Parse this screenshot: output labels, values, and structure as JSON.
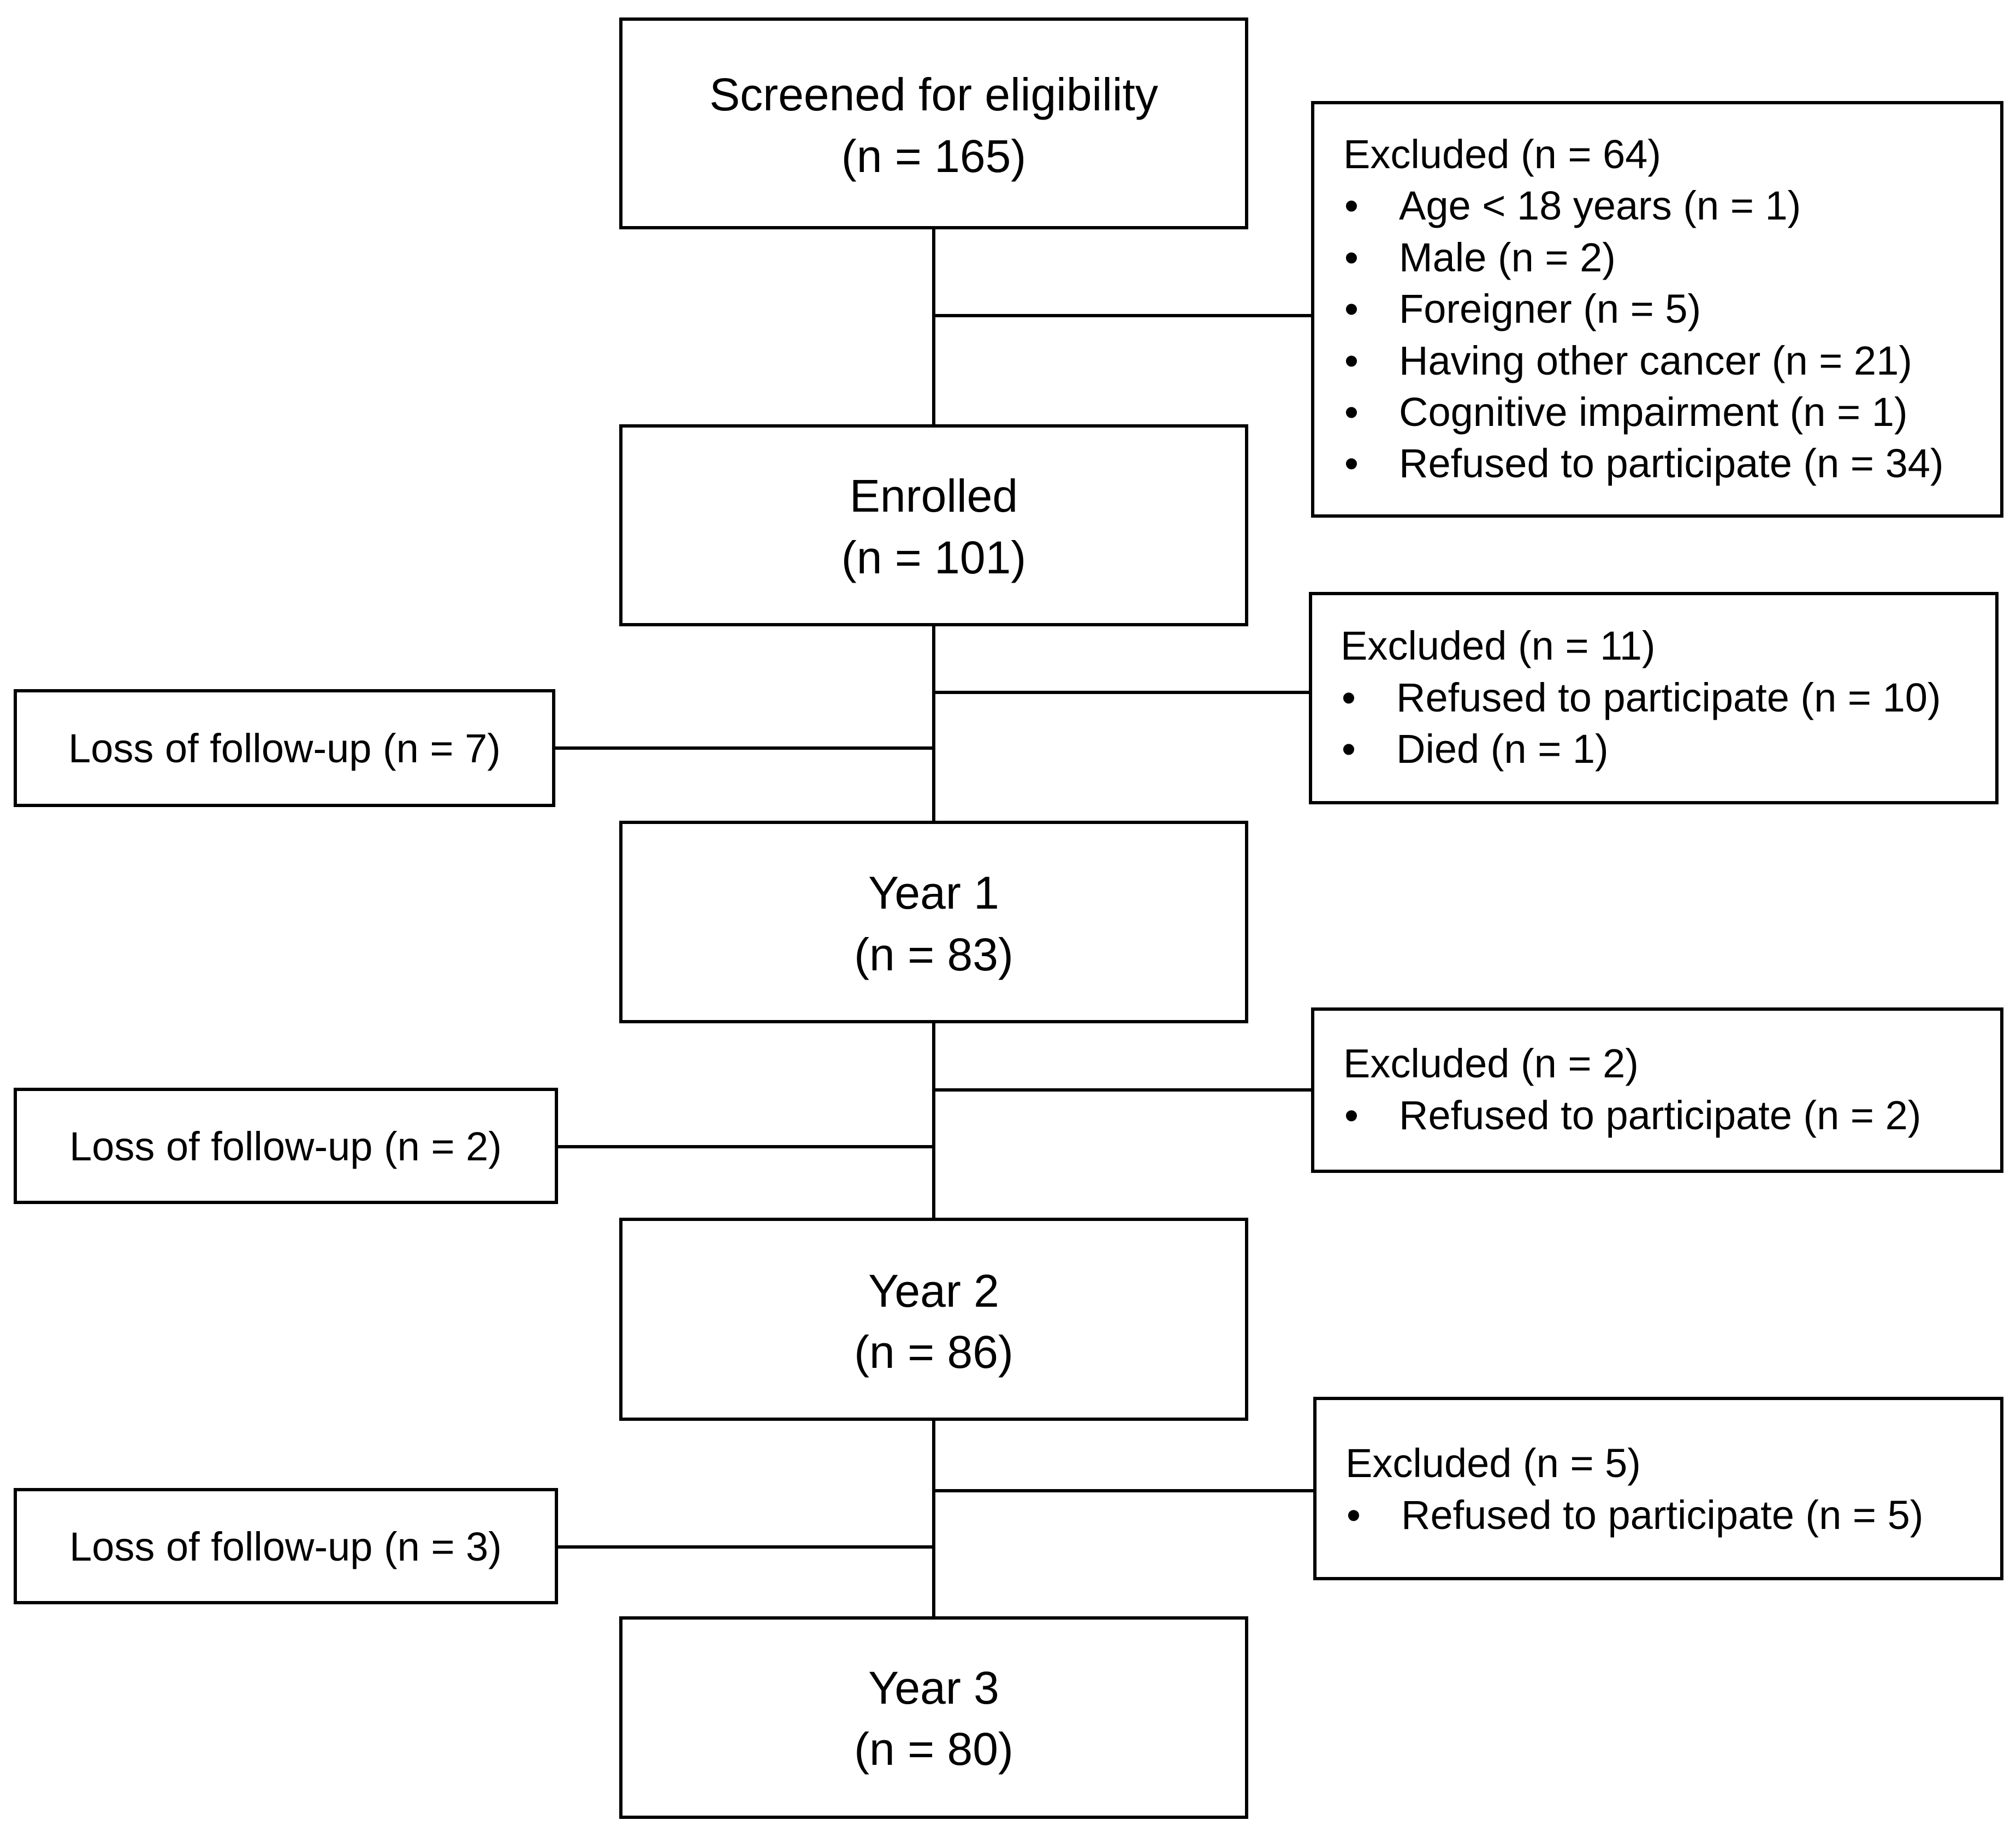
{
  "main_boxes": [
    {
      "title": "Screened for eligibility",
      "count": "(n = 165)"
    },
    {
      "title": "Enrolled",
      "count": "(n = 101)"
    },
    {
      "title": "Year 1",
      "count": "(n = 83)"
    },
    {
      "title": "Year 2",
      "count": "(n = 86)"
    },
    {
      "title": "Year 3",
      "count": "(n = 80)"
    }
  ],
  "exclusion_boxes": [
    {
      "title": "Excluded (n = 64)",
      "items": [
        "Age < 18 years (n = 1)",
        "Male (n = 2)",
        "Foreigner (n = 5)",
        "Having other cancer (n = 21)",
        "Cognitive impairment (n = 1)",
        "Refused to participate (n = 34)"
      ]
    },
    {
      "title": "Excluded (n = 11)",
      "items": [
        "Refused to participate (n = 10)",
        "Died (n = 1)"
      ]
    },
    {
      "title": "Excluded (n = 2)",
      "items": [
        "Refused to participate (n = 2)"
      ]
    },
    {
      "title": "Excluded (n = 5)",
      "items": [
        "Refused to participate (n = 5)"
      ]
    }
  ],
  "loss_boxes": [
    {
      "label": "Loss of follow-up (n = 7)"
    },
    {
      "label": "Loss of follow-up (n = 2)"
    },
    {
      "label": "Loss of follow-up (n = 3)"
    }
  ],
  "bullet_glyph": "•"
}
